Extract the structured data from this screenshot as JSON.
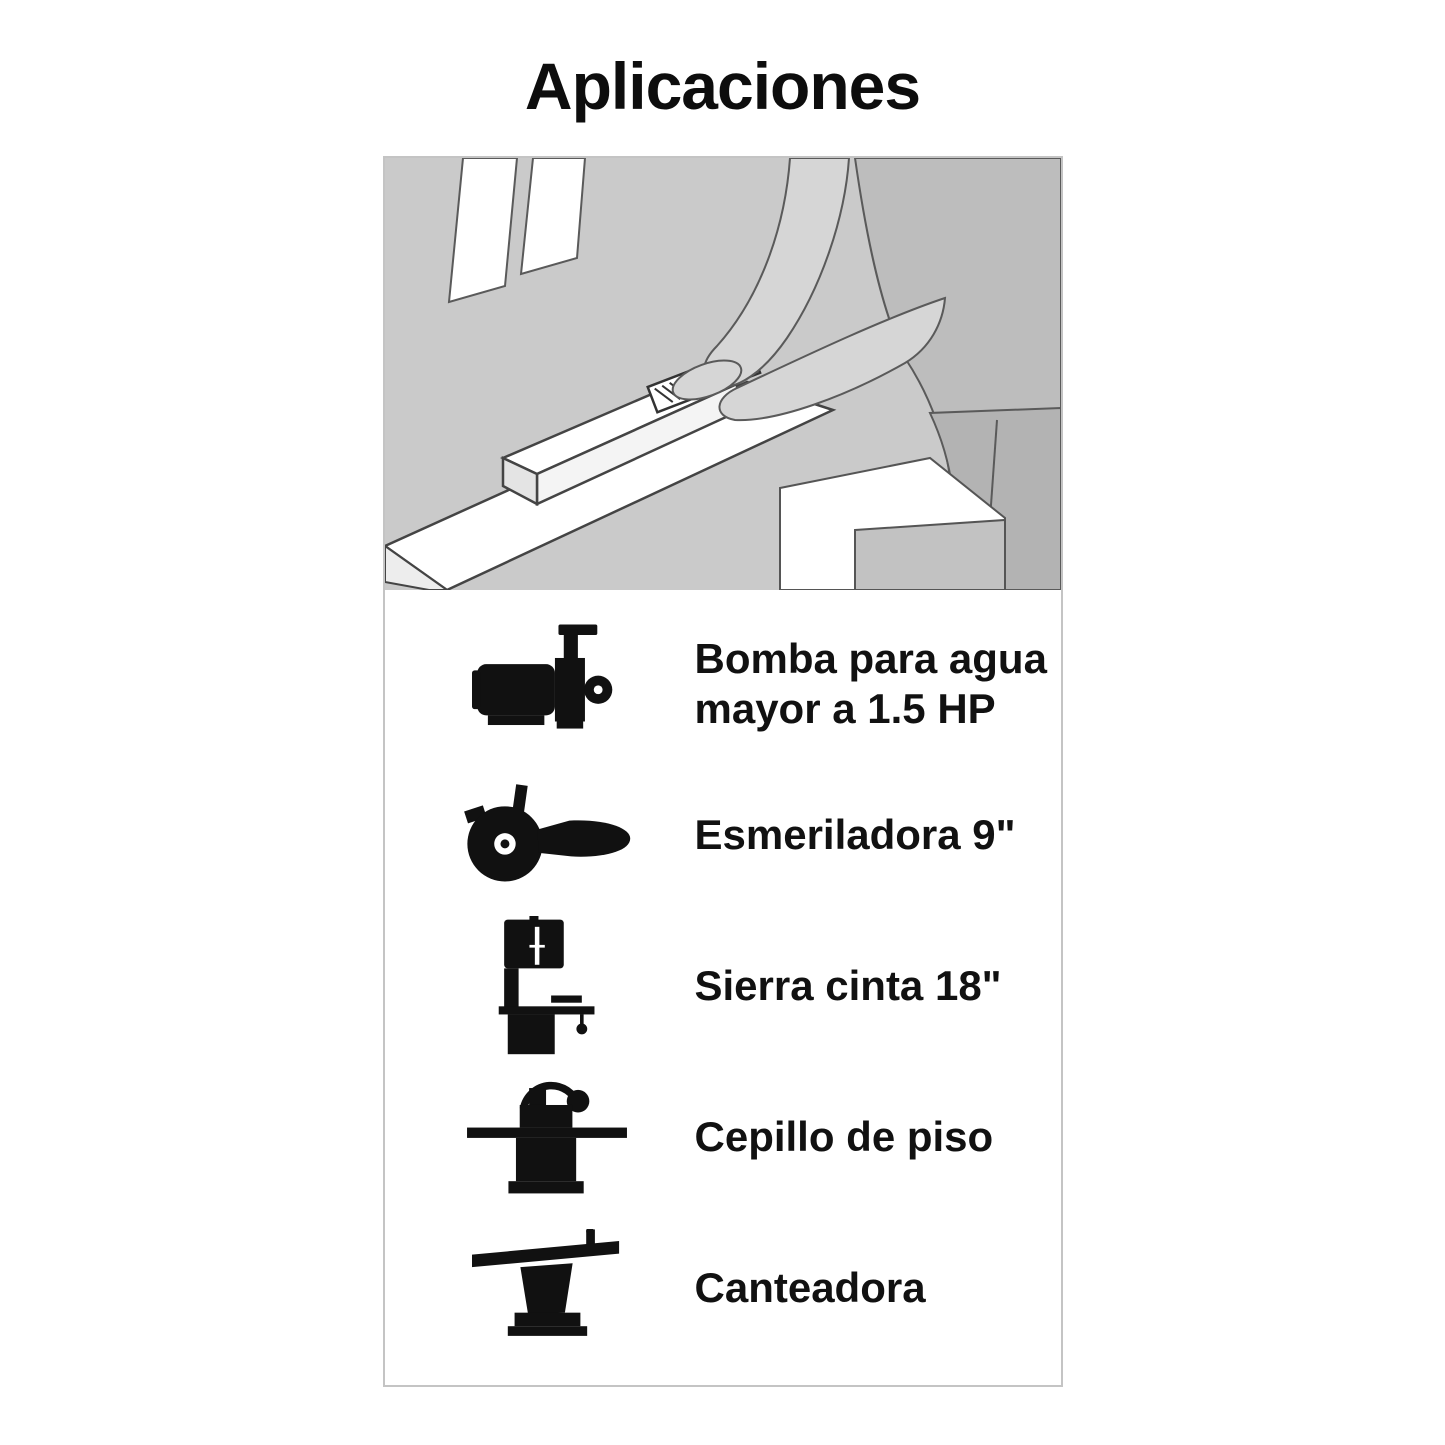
{
  "page": {
    "title": "Aplicaciones"
  },
  "applications": {
    "items": [
      {
        "icon": "water-pump-icon",
        "label": "Bomba para agua mayor a 1.5 HP"
      },
      {
        "icon": "angle-grinder-icon",
        "label": "Esmeriladora 9\""
      },
      {
        "icon": "band-saw-icon",
        "label": "Sierra cinta 18\""
      },
      {
        "icon": "floor-planer-icon",
        "label": "Cepillo de piso"
      },
      {
        "icon": "jointer-icon",
        "label": "Canteadora"
      }
    ]
  },
  "colors": {
    "icon": "#111111",
    "box_border": "#c4c4c4",
    "illustration_background": "#cacaca"
  }
}
